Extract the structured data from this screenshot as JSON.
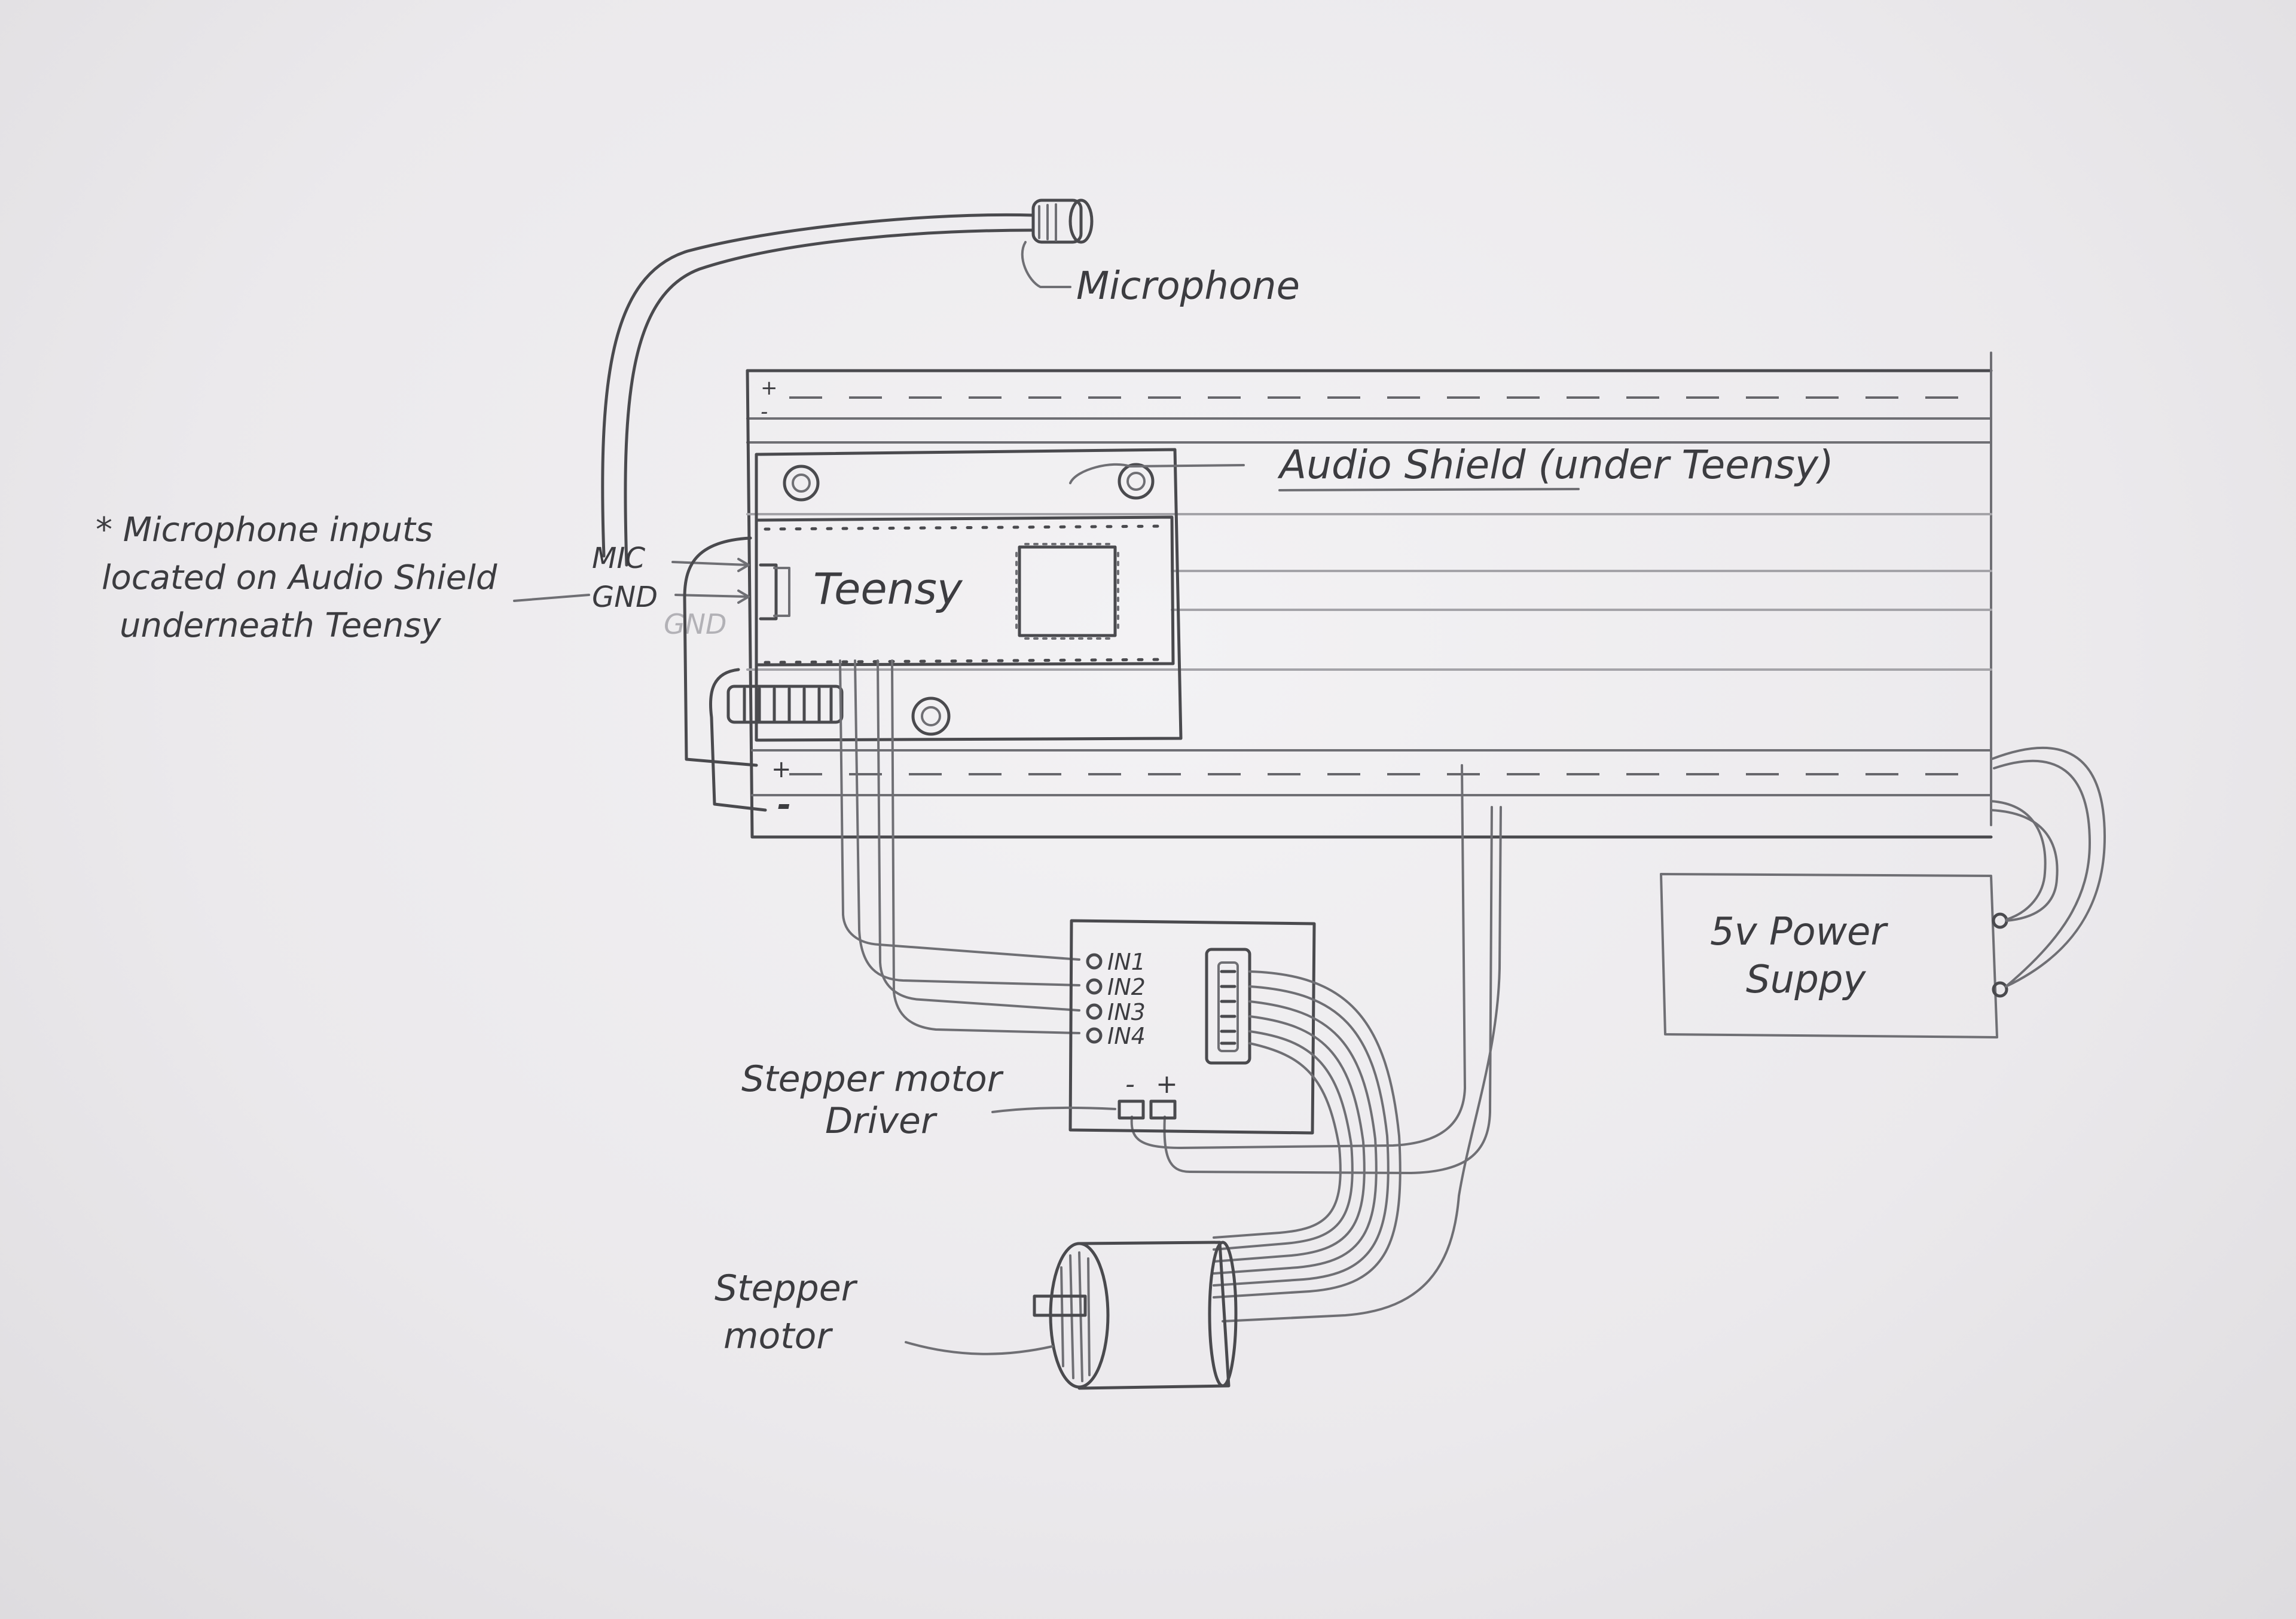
{
  "labels": {
    "microphone": "Microphone",
    "audio_shield": "Audio Shield (under Teensy)",
    "mic_note_line1": "* Microphone inputs",
    "mic_note_line2": "located on Audio Shield",
    "mic_note_line3": "underneath Teensy",
    "mic_pin": "MIC",
    "gnd_pin": "GND",
    "gnd_ghost": "GND",
    "teensy": "Teensy",
    "rail_plus_top": "+",
    "rail_minus_top": "-",
    "rail_plus_bottom": "+",
    "rail_minus_bottom": "-",
    "in1": "IN1",
    "in2": "IN2",
    "in3": "IN3",
    "in4": "IN4",
    "driver_minus": "-",
    "driver_plus": "+",
    "driver_line1": "Stepper motor",
    "driver_line2": "Driver",
    "stepper_line1": "Stepper",
    "stepper_line2": "motor",
    "psu_line1": "5v Power",
    "psu_line2": "Suppy"
  },
  "colors": {
    "paper": "#ebe9ec",
    "pencil": "#4a4a4e"
  }
}
